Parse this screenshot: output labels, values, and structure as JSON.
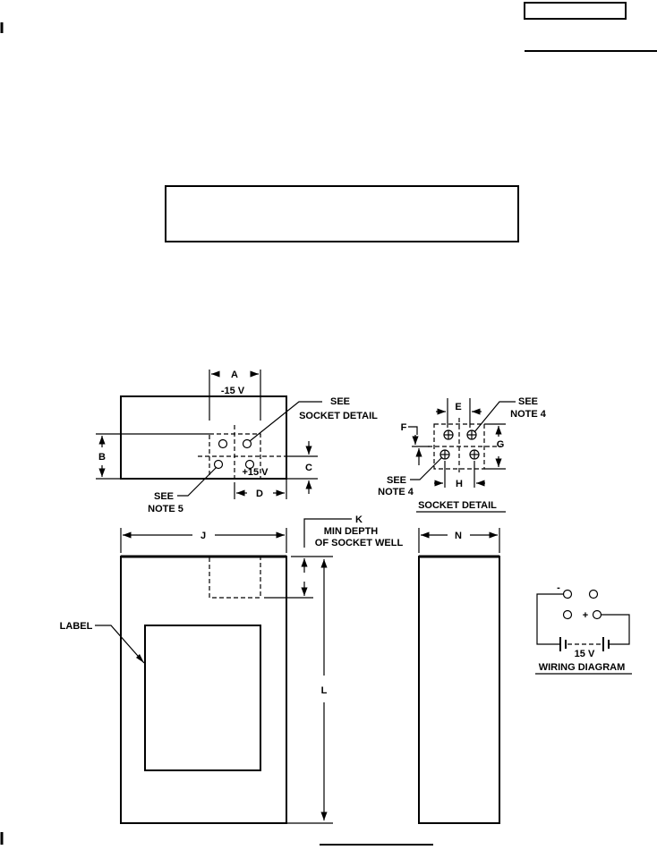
{
  "labels": {
    "dim_a": "A",
    "dim_b": "B",
    "dim_c": "C",
    "dim_d": "D",
    "dim_e": "E",
    "dim_f": "F",
    "dim_g": "G",
    "dim_h": "H",
    "dim_j": "J",
    "dim_k": "K",
    "dim_l": "L",
    "dim_n": "N",
    "neg_terminal": "-15 V",
    "pos_terminal": "+15 V",
    "see_socket_detail_1": "SEE",
    "see_socket_detail_2": "SOCKET DETAIL",
    "see_note5_1": "SEE",
    "see_note5_2": "NOTE 5",
    "see_note4a_1": "SEE",
    "see_note4a_2": "NOTE 4",
    "see_note4b_1": "SEE",
    "see_note4b_2": "NOTE 4",
    "socket_detail_title": "SOCKET DETAIL",
    "min_depth_1": "MIN DEPTH",
    "min_depth_2": "OF SOCKET WELL",
    "label_callout": "LABEL",
    "wiring_minus": "-",
    "wiring_plus": "+",
    "wiring_voltage": "15 V",
    "wiring_title": "WIRING DIAGRAM"
  }
}
